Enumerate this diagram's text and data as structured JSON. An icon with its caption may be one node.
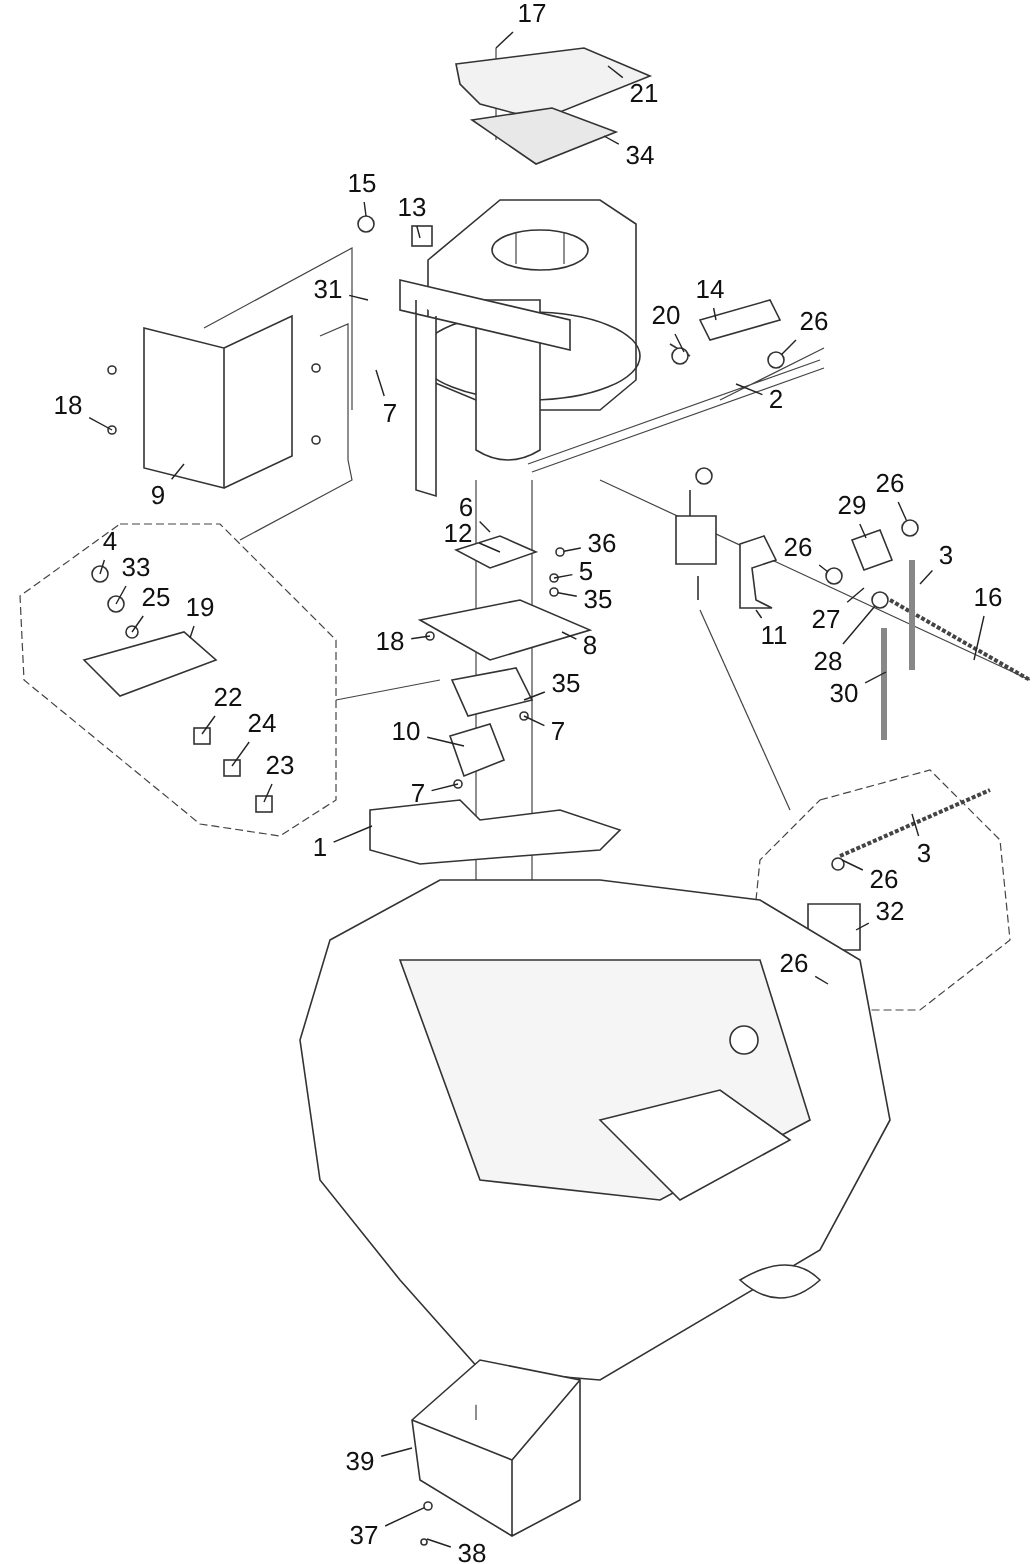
{
  "diagram": {
    "nodes": [
      {
        "text": [
          "17"
        ]
      },
      {
        "text": [
          "21"
        ]
      },
      {
        "text": [
          "34"
        ]
      },
      {
        "text": [
          "15"
        ]
      },
      {
        "text": [
          "13"
        ]
      },
      {
        "text": [
          "14"
        ]
      },
      {
        "text": [
          "31"
        ]
      },
      {
        "text": [
          "20"
        ]
      },
      {
        "text": [
          "26"
        ]
      },
      {
        "text": [
          "18"
        ]
      },
      {
        "text": [
          "7"
        ]
      },
      {
        "text": [
          "2"
        ]
      },
      {
        "text": [
          "9"
        ]
      },
      {
        "text": [
          "29"
        ]
      },
      {
        "text": [
          "26"
        ]
      },
      {
        "text": [
          "6"
        ]
      },
      {
        "text": [
          "12"
        ]
      },
      {
        "text": [
          "36"
        ]
      },
      {
        "text": [
          "4"
        ]
      },
      {
        "text": [
          "3"
        ]
      },
      {
        "text": [
          "26"
        ]
      },
      {
        "text": [
          "33"
        ]
      },
      {
        "text": [
          "5"
        ]
      },
      {
        "text": [
          "35"
        ]
      },
      {
        "text": [
          "16"
        ]
      },
      {
        "text": [
          "25"
        ]
      },
      {
        "text": [
          "27"
        ]
      },
      {
        "text": [
          "19"
        ]
      },
      {
        "text": [
          "18"
        ]
      },
      {
        "text": [
          "11"
        ]
      },
      {
        "text": [
          "8"
        ]
      },
      {
        "text": [
          "28"
        ]
      },
      {
        "text": [
          "35"
        ]
      },
      {
        "text": [
          "30"
        ]
      },
      {
        "text": [
          "22"
        ]
      },
      {
        "text": [
          "24"
        ]
      },
      {
        "text": [
          "10"
        ]
      },
      {
        "text": [
          "7"
        ]
      },
      {
        "text": [
          "23"
        ]
      },
      {
        "text": [
          "7"
        ]
      },
      {
        "text": [
          "1"
        ]
      },
      {
        "text": [
          "3"
        ]
      },
      {
        "text": [
          "26"
        ]
      },
      {
        "text": [
          "32"
        ]
      },
      {
        "text": [
          "26"
        ]
      },
      {
        "text": [
          "39"
        ]
      },
      {
        "text": [
          "37"
        ]
      },
      {
        "text": [
          "38"
        ]
      },
      {
        "text": [],
        "shape": "circle"
      },
      {
        "text": [],
        "shape": "circle"
      },
      {
        "text": [],
        "shape": "circle"
      },
      {
        "text": [],
        "shape": "circle"
      },
      {
        "text": [],
        "shape": "box"
      },
      {
        "text": [],
        "shape": "circle"
      },
      {
        "text": [],
        "shape": "circle"
      }
    ],
    "edges": [
      {
        "from": 0,
        "to": null,
        "arrow": "none"
      },
      {
        "from": 1,
        "to": null,
        "arrow": "none"
      },
      {
        "from": 2,
        "to": null,
        "arrow": "none"
      },
      {
        "from": 3,
        "to": null,
        "arrow": "none"
      },
      {
        "from": 4,
        "to": null,
        "arrow": "none"
      },
      {
        "from": 5,
        "to": null,
        "arrow": "none"
      },
      {
        "from": 6,
        "to": null,
        "arrow": "none"
      },
      {
        "from": 7,
        "to": null,
        "arrow": "none"
      },
      {
        "from": 8,
        "to": 48,
        "arrow": "none"
      },
      {
        "from": 9,
        "to": null,
        "arrow": "none"
      },
      {
        "from": 10,
        "to": null,
        "arrow": "none"
      },
      {
        "from": 11,
        "to": null,
        "arrow": "none"
      },
      {
        "from": 12,
        "to": null,
        "arrow": "none"
      },
      {
        "from": 13,
        "to": null,
        "arrow": "none"
      },
      {
        "from": 14,
        "to": 49,
        "arrow": "none"
      },
      {
        "from": 15,
        "to": null,
        "arrow": "none"
      },
      {
        "from": 16,
        "to": null,
        "arrow": "none"
      },
      {
        "from": 17,
        "to": 50,
        "arrow": "none"
      },
      {
        "from": 18,
        "to": null,
        "arrow": "none"
      },
      {
        "from": 19,
        "to": null,
        "arrow": "none"
      },
      {
        "from": 20,
        "to": null,
        "arrow": "none"
      },
      {
        "from": 21,
        "to": null,
        "arrow": "none"
      },
      {
        "from": 22,
        "to": null,
        "arrow": "none"
      },
      {
        "from": 23,
        "to": 51,
        "arrow": "none"
      },
      {
        "from": 24,
        "to": null,
        "arrow": "none"
      },
      {
        "from": 25,
        "to": null,
        "arrow": "none"
      },
      {
        "from": 26,
        "to": null,
        "arrow": "none"
      },
      {
        "from": 27,
        "to": 52,
        "arrow": "none"
      },
      {
        "from": 28,
        "to": null,
        "arrow": "none"
      },
      {
        "from": 29,
        "to": null,
        "arrow": "none"
      },
      {
        "from": 30,
        "to": null,
        "arrow": "none"
      },
      {
        "from": 31,
        "to": 53,
        "arrow": "none"
      },
      {
        "from": 32,
        "to": null,
        "arrow": "none"
      },
      {
        "from": 33,
        "to": null,
        "arrow": "none"
      },
      {
        "from": 34,
        "to": null,
        "arrow": "none"
      },
      {
        "from": 35,
        "to": null,
        "arrow": "none"
      },
      {
        "from": 36,
        "to": null,
        "arrow": "none"
      },
      {
        "from": 37,
        "to": null,
        "arrow": "none"
      },
      {
        "from": 38,
        "to": null,
        "arrow": "none"
      },
      {
        "from": 39,
        "to": null,
        "arrow": "none"
      },
      {
        "from": 40,
        "to": null,
        "arrow": "none"
      },
      {
        "from": 41,
        "to": null,
        "arrow": "none"
      },
      {
        "from": 42,
        "to": null,
        "arrow": "none"
      },
      {
        "from": 43,
        "to": null,
        "arrow": "none"
      },
      {
        "from": 44,
        "to": null,
        "arrow": "none"
      },
      {
        "from": 45,
        "to": null,
        "arrow": "none"
      },
      {
        "from": 46,
        "to": 54,
        "arrow": "none"
      },
      {
        "from": 47,
        "to": null,
        "arrow": "none"
      }
    ]
  }
}
